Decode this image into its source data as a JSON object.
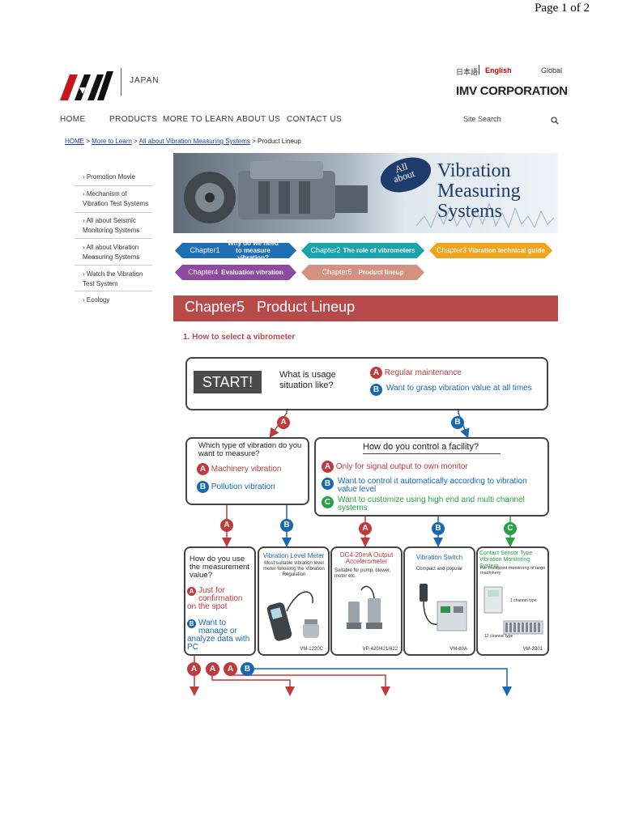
{
  "page_number": "Page 1 of 2",
  "header": {
    "region": "JAPAN",
    "lang_japanese": "日本語",
    "lang_english": "English",
    "lang_global": "Global",
    "corporation": "IMV CORPORATION",
    "search_placeholder": "Site Search"
  },
  "nav": [
    "HOME",
    "PRODUCTS",
    "MORE TO LEARN",
    "ABOUT US",
    "CONTACT US"
  ],
  "breadcrumb": {
    "home": "HOME",
    "more": "More to Learn",
    "all_about": "All about Vibration Measuring Systems",
    "current": "Product Lineup",
    "sep": " > "
  },
  "sidebar": [
    "Promotion Movie",
    "Mechanism of Vibration Test Systems",
    "All about Seismic Monitoring Systems",
    "All about Vibration Measuring Systems",
    "Watch the Vibration Test System",
    "Ecology"
  ],
  "banner": {
    "badge_line1": "All",
    "badge_line2": "about",
    "title_line1": "Vibration",
    "title_line2": "Measuring",
    "title_line3": "Systems"
  },
  "chapters": [
    {
      "num": "Chapter1",
      "label": "Why do we need to measure vibration?",
      "color": "#1f6fb5"
    },
    {
      "num": "Chapter2",
      "label": "The role of vibrometers",
      "color": "#1aa3ad"
    },
    {
      "num": "Chapter3",
      "label": "Vibration technical guide",
      "color": "#f0a31f"
    },
    {
      "num": "Chapter4",
      "label": "Evaluation vibration",
      "color": "#8d4a9e"
    },
    {
      "num": "Chapter5",
      "label": "Product lineup",
      "color": "#d49080"
    }
  ],
  "chapter_heading": "Chapter5   Product Lineup",
  "section_title": "1. How to select a vibrometer",
  "flow": {
    "start": "START!",
    "q_usage": "What is usage situation like?",
    "opt_a_regular": "Regular maintenance",
    "opt_b_grasp": "Want to grasp vibration value at all times",
    "q_type": "Which type of vibration do you want to measure?",
    "type_a": "Machinery vibration",
    "type_b": "Pollution vibration",
    "q_control": "How do you control a facility?",
    "control_a": "Only for signal output to own monitor",
    "control_b": "Want to control it automatically according to vibration value level",
    "control_c": "Want to customize using high end and multi channel systems",
    "q_value": "How do you use the measurement value?",
    "value_a": "Just for confirmation on the spot",
    "value_b": "Want to manage or analyze data with PC",
    "p1_title": "Vibration Level Meter",
    "p1_desc": "Most suitable vibration level meter following the Vibration Regulation",
    "p1_model": "VM-1220C",
    "p2_title": "DC4-20mA Output Accelerometer",
    "p2_desc": "Suitable for pump, blower, motor etc.",
    "p2_model": "VP-420/421/422",
    "p3_title": "Vibration Switch",
    "p3_desc": "Compact and popular",
    "p3_model": "VM-80A",
    "p4_title": "Contact Sensor Type Vibration Monitoring System",
    "p4_desc": "For multipoint monitoring of large machinery",
    "p4_type1": "1 channel type",
    "p4_type2": "12 channel type",
    "p4_model": "VM-3201",
    "a": "A",
    "b": "B",
    "c": "C"
  },
  "colors": {
    "red": "#c0393b",
    "blue": "#1668b0",
    "green": "#24a244",
    "heading": "#b94a4a"
  }
}
